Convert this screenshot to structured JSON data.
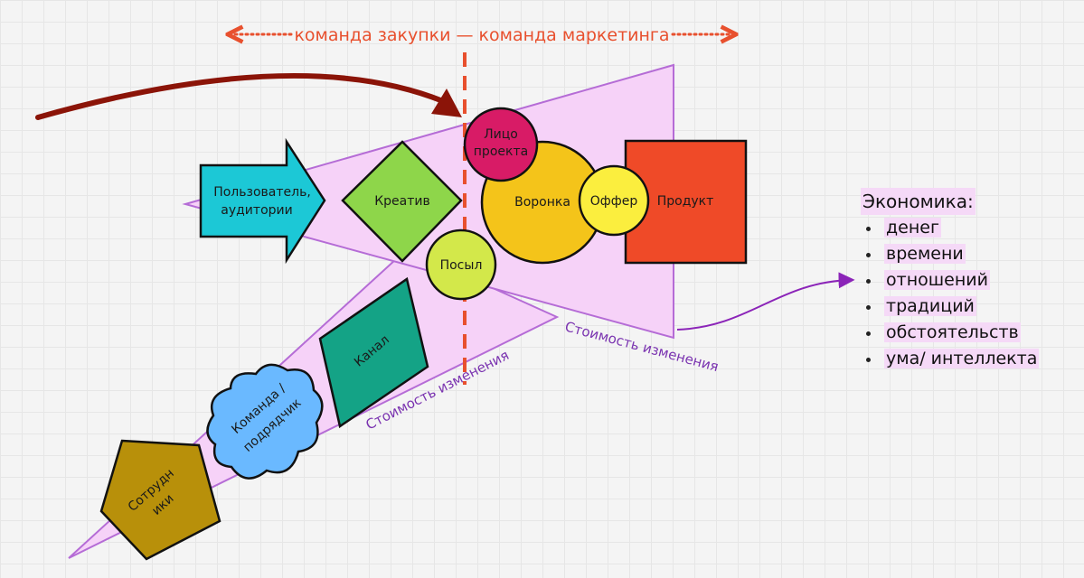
{
  "top_label": "команда закупки — команда маркетинга",
  "colors": {
    "funnel_fill": "#f6d2f8",
    "funnel_stroke": "#b56cd6",
    "team_accent": "#e8502e",
    "cost_text": "#7a33b0",
    "arrow_red": "#8b1408",
    "user_arrow": "#1cc8d6",
    "kreativ": "#8ed64a",
    "kanal": "#14a386",
    "komanda": "#6ab9ff",
    "sotrudniki": "#b8900a",
    "posyl": "#d3e84a",
    "litso": "#d81b66",
    "voronka": "#f4c41a",
    "offer": "#fbee3e",
    "product": "#ef4a28"
  },
  "shapes": {
    "user": {
      "line1": "Пользователь,",
      "line2": "аудитории"
    },
    "kreativ": "Креатив",
    "kanal": "Канал",
    "komanda": {
      "line1": "Команда /",
      "line2": "подрядчик"
    },
    "sotrudniki": {
      "line1": "Сотрудн",
      "line2": "ики"
    },
    "posyl": "Посыл",
    "litso": {
      "line1": "Лицо",
      "line2": "проекта"
    },
    "voronka": "Воронка",
    "offer": "Оффер",
    "product": "Продукт"
  },
  "cost_labels": {
    "upper": "Стоимость изменения",
    "lower": "Стоимость изменения"
  },
  "economics": {
    "title": "Экономика:",
    "items": [
      "денег",
      "времени",
      "отношений",
      "традиций",
      "обстоятельств",
      "ума/ интеллекта"
    ]
  }
}
